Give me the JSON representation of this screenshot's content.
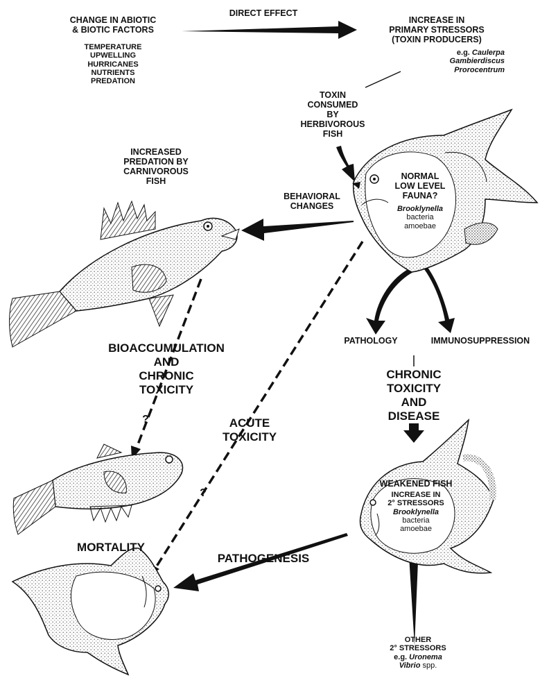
{
  "colors": {
    "ink": "#111111",
    "paper": "#ffffff",
    "stipple": "#8a8a8a"
  },
  "labels": {
    "abiotic_line1": "CHANGE IN ABIOTIC",
    "abiotic_line2": "& BIOTIC FACTORS",
    "factors": [
      "TEMPERATURE",
      "UPWELLING",
      "HURRICANES",
      "NUTRIENTS",
      "PREDATION"
    ],
    "direct_effect": "DIRECT EFFECT",
    "primary_line1": "INCREASE IN",
    "primary_line2": "PRIMARY STRESSORS",
    "primary_line3": "(TOXIN PRODUCERS)",
    "eg_prefix": "e.g.",
    "primary_examples": [
      "Caulerpa",
      "Gambierdiscus",
      "Prorocentrum"
    ],
    "toxin_lines": [
      "TOXIN",
      "CONSUMED",
      "BY",
      "HERBIVOROUS",
      "FISH"
    ],
    "normal_lines": [
      "NORMAL",
      "LOW LEVEL",
      "FAUNA?"
    ],
    "brooklynella": "Brooklynella",
    "bacteria": "bacteria",
    "amoebae": "amoebae",
    "predation_lines": [
      "INCREASED",
      "PREDATION BY",
      "CARNIVOROUS",
      "FISH"
    ],
    "behavioral_lines": [
      "BEHAVIORAL",
      "CHANGES"
    ],
    "pathology": "PATHOLOGY",
    "immunosuppression": "IMMUNOSUPPRESSION",
    "bioacc_lines": [
      "BIOACCUMULATION",
      "AND",
      "CHRONIC",
      "TOXICITY"
    ],
    "chronic_lines": [
      "CHRONIC",
      "TOXICITY",
      "AND",
      "DISEASE"
    ],
    "acute_lines": [
      "ACUTE",
      "TOXICITY"
    ],
    "question_mark": "?",
    "weakened": "WEAKENED FISH",
    "secondary_line1": "INCREASE IN",
    "secondary_line2": "2° STRESSORS",
    "mortality": "MORTALITY",
    "pathogenesis": "PATHOGENESIS",
    "other_lines": [
      "OTHER",
      "2° STRESSORS"
    ],
    "other_examples": [
      "Uronema",
      "Vibrio"
    ],
    "spp": "spp."
  }
}
